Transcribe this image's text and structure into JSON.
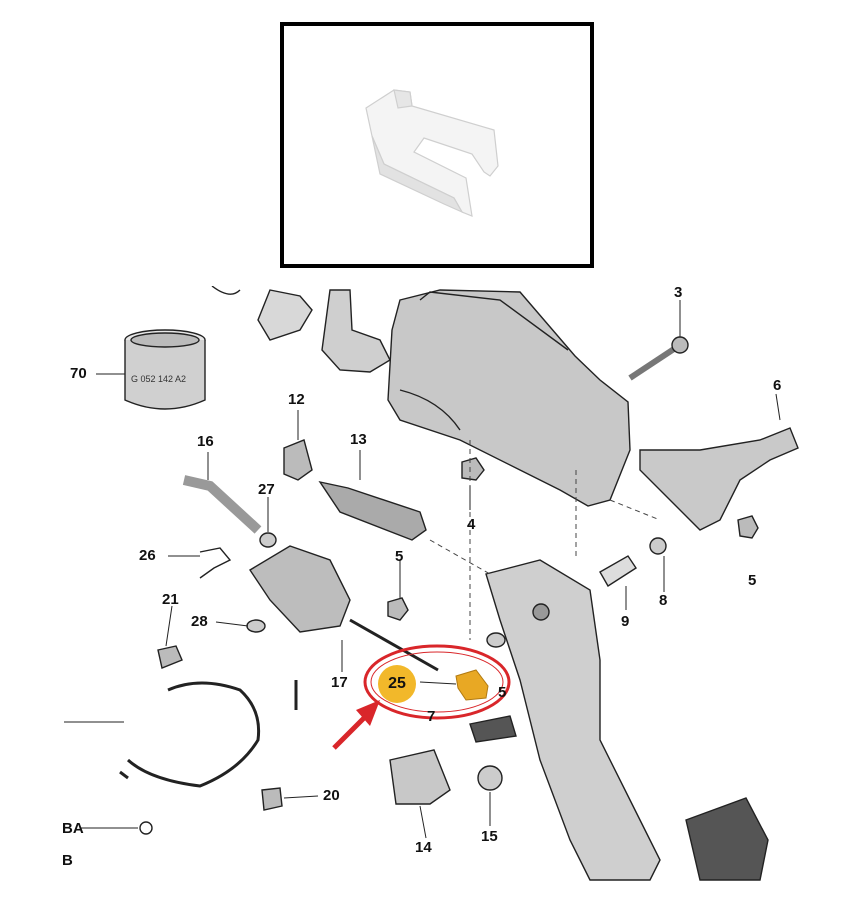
{
  "inset": {
    "part_name": "retaining-clip-icon"
  },
  "callouts": {
    "c3": "3",
    "c4": "4",
    "c5a": "5",
    "c5b": "5",
    "c5c": "5",
    "c6": "6",
    "c7": "7",
    "c8": "8",
    "c9": "9",
    "c12": "12",
    "c13": "13",
    "c14": "14",
    "c15": "15",
    "c16": "16",
    "c17": "17",
    "c20": "20",
    "c21": "21",
    "c25": "25",
    "c26": "26",
    "c27": "27",
    "c28": "28",
    "c70": "70",
    "cBA": "BA",
    "cB": "B"
  },
  "part70_text": "G  052  142  A2",
  "highlight": {
    "color": "#d9262a",
    "badge_color": "#f2b82a",
    "part_color": "#e8a824"
  }
}
